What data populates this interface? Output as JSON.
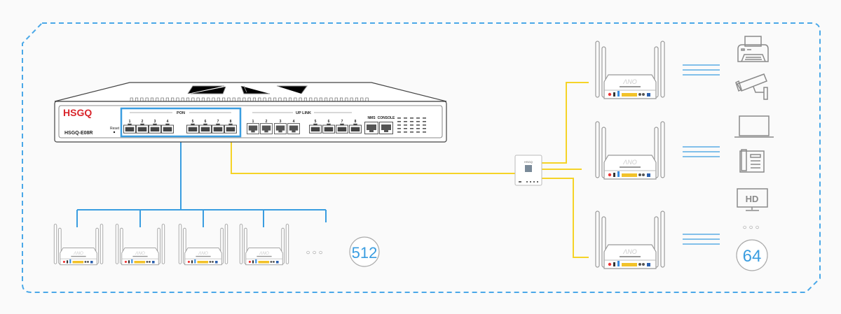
{
  "colors": {
    "border_dashed": "#4aa8e8",
    "fiber_blue": "#3a9de0",
    "fiber_yellow": "#f5d327",
    "brand_red": "#d9262c",
    "device_gray": "#8a8a8a",
    "count_blue": "#3a9de0"
  },
  "olt": {
    "brand": "HSGQ",
    "model": "HSGQ-E08R",
    "reset_label": "Reset",
    "pon_label": "PON",
    "uplink_label": "UP LINK",
    "pon_ports": [
      "1",
      "2",
      "3",
      "4",
      "5",
      "6",
      "7",
      "8"
    ],
    "uplink_ports": [
      "1",
      "2",
      "3",
      "4",
      "5",
      "6",
      "7",
      "8"
    ],
    "nms_label": "NMS",
    "console_label": "CONSOLE"
  },
  "splitter": {
    "brand": "HSGQ"
  },
  "left_branch": {
    "onu_count_label": "512",
    "ellipsis": "○○○"
  },
  "right_branch": {
    "devices": [
      "printer-icon",
      "cctv-camera-icon",
      "laptop-icon",
      "desk-phone-icon",
      "hd-tv-icon"
    ],
    "tv_label": "HD",
    "ellipsis": "○○○",
    "onu_count_label": "64"
  }
}
